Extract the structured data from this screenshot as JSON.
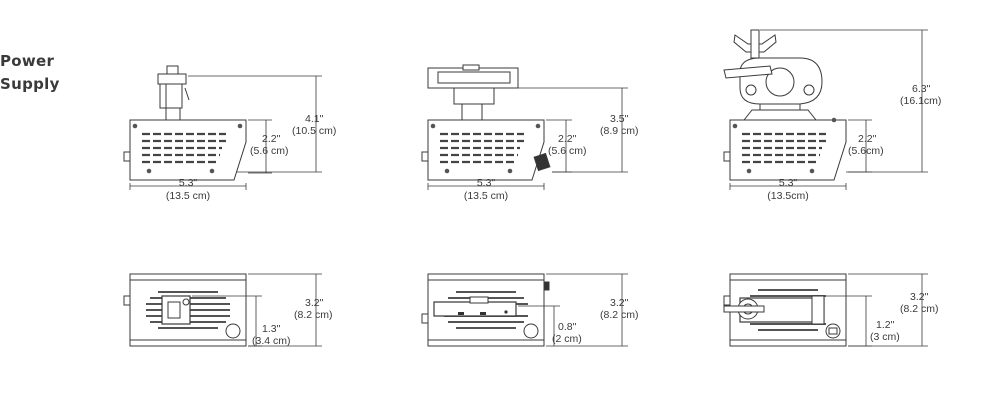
{
  "title": {
    "line1": "Power",
    "line2": "Supply"
  },
  "views": [
    {
      "name": "track-adapter-side",
      "labels": {
        "width_in": "5.3\"",
        "width_cm": "(13.5 cm)",
        "body_in": "2.2\"",
        "body_cm": "(5.6 cm)",
        "total_in": "4.1\"",
        "total_cm": "(10.5 cm)"
      }
    },
    {
      "name": "rail-adapter-side",
      "labels": {
        "width_in": "5.3\"",
        "width_cm": "(13.5 cm)",
        "body_in": "2.2\"",
        "body_cm": "(5.6 cm)",
        "total_in": "3.5\"",
        "total_cm": "(8.9 cm)"
      }
    },
    {
      "name": "clamp-side",
      "labels": {
        "width_in": "5.3\"",
        "width_cm": "(13.5cm)",
        "body_in": "2.2\"",
        "body_cm": "(5.6cm)",
        "total_in": "6.3\"",
        "total_cm": "(16.1cm)"
      }
    },
    {
      "name": "track-adapter-bottom",
      "labels": {
        "depth_in": "3.2\"",
        "depth_cm": "(8.2 cm)",
        "offset_in": "1.3\"",
        "offset_cm": "(3.4 cm)"
      }
    },
    {
      "name": "rail-adapter-bottom",
      "labels": {
        "depth_in": "3.2\"",
        "depth_cm": "(8.2 cm)",
        "offset_in": "0.8\"",
        "offset_cm": "(2 cm)"
      }
    },
    {
      "name": "clamp-bottom",
      "labels": {
        "depth_in": "3.2\"",
        "depth_cm": "(8.2 cm)",
        "offset_in": "1.2\"",
        "offset_cm": "(3 cm)"
      }
    }
  ],
  "colors": {
    "line": "#3a3a3a",
    "body": "#ffffff",
    "dark": "#2a2a2a"
  }
}
